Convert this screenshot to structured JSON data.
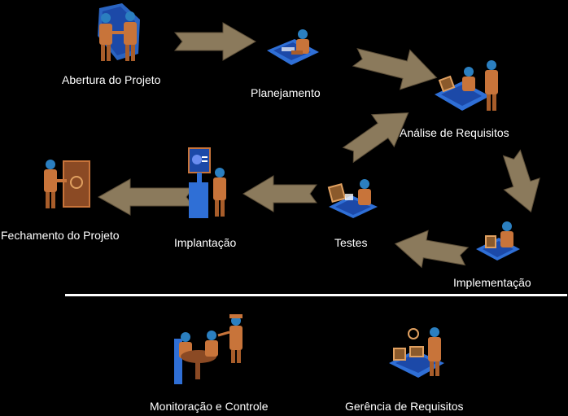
{
  "nodes": {
    "abertura": "Abertura do Projeto",
    "planejamento": "Planejamento",
    "analise": "Análise de Requisitos",
    "implementacao": "Implementação",
    "testes": "Testes",
    "implantacao": "Implantação",
    "fechamento": "Fechamento do Projeto",
    "monitoracao": "Monitoração e Controle",
    "gerencia": "Gerência de Requisitos"
  },
  "colors": {
    "background": "#000000",
    "arrow": "#8b7a5c",
    "figure_skin": "#c8743a",
    "figure_head": "#2b7fc0",
    "platform": "#2f6fd6"
  }
}
